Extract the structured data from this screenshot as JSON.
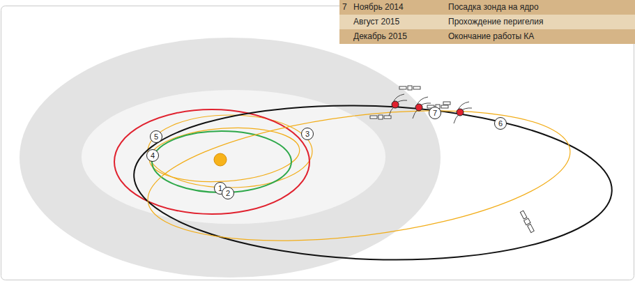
{
  "diagram": {
    "labels": [
      "7",
      "Ноябрь 2014",
      "Посадка зонда на ядро",
      "Август 2015",
      "Прохождение перигелия",
      "Декабрь 2015",
      "Окончание работы КА",
      "5",
      "3",
      "4",
      "1",
      "2",
      "7",
      "6"
    ]
  }
}
